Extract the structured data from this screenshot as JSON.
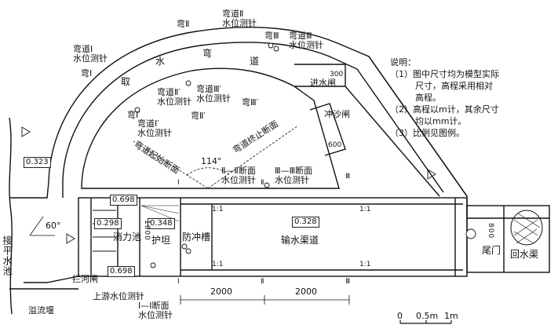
{
  "labels": {
    "bend1": "弯道Ⅰ",
    "bend1_gauge_a": "弯道Ⅰ",
    "bend1_gauge_b": "水位测针",
    "bend1_sec": "弯Ⅰ",
    "bend2_gauge_a": "弯道Ⅱ",
    "bend2_gauge_b": "水位测针",
    "bend2_sec": "弯Ⅱ",
    "bend3_sec": "弯Ⅲ",
    "bend3_gauge_a": "弯道Ⅲ",
    "bend3_gauge_b": "水位测针",
    "arc_char1": "取",
    "arc_char2": "水",
    "arc_char3": "弯",
    "arc_char4": "道",
    "inner_b1_a": "弯道Ⅰ′",
    "inner_b1_b": "水位测针",
    "inner_b2_a": "弯道Ⅱ′",
    "inner_b2_b": "水位测针",
    "inner_b3_a": "弯道Ⅲ′",
    "inner_b3_b": "水位测针",
    "inner_b1_sec": "弯Ⅰ′",
    "inner_b2_sec": "弯Ⅱ′",
    "inner_b3_sec": "弯Ⅲ′",
    "inlet_gate": "进水闸",
    "flush_gate": "冲沙闸",
    "bend_start": "弯道起始断面",
    "bend_end": "弯道终止断面",
    "angle": "114°",
    "sec2_a": "Ⅱ—Ⅱ断面",
    "sec2_b": "水位测针",
    "sec3_a": "Ⅲ—Ⅲ断面",
    "sec3_b": "水位测针",
    "stilling_basin": "消力池",
    "apron": "护坦",
    "scour_trough": "防冲槽",
    "canal": "输水渠道",
    "tail_gate": "尾门",
    "return_canal": "回水渠",
    "dam_gate": "拦河闸",
    "upstream_gauge": "上游水位测针",
    "sec1_a": "Ⅰ—Ⅰ断面",
    "sec1_b": "水位测针",
    "spillway": "溢流堰",
    "connect_pool": "接平水池",
    "angle60": "60°",
    "roman1": "Ⅰ",
    "roman2": "Ⅱ",
    "roman3": "Ⅲ",
    "slope": "1:1"
  },
  "elevations": {
    "e323": "0.323",
    "e698_top": "0.698",
    "e298": "0.298",
    "e348": "0.348",
    "e328": "0.328",
    "e698_bot": "0.698"
  },
  "dimensions": {
    "d300": "300",
    "d600": "600",
    "d1000": "1000",
    "d800": "800",
    "d2000_a": "2000",
    "d2000_b": "2000"
  },
  "notes": {
    "title": "说明：",
    "n1a": "（1）图中尺寸均为模型实际",
    "n1b": "尺寸，高程采用相对",
    "n1c": "高程。",
    "n2a": "（2）高程以m计，其余尺寸",
    "n2b": "均以mm计。",
    "n3": "（3）比例见图例。"
  },
  "scale": {
    "s0": "0",
    "s1": "0.5m",
    "s2": "1m"
  }
}
